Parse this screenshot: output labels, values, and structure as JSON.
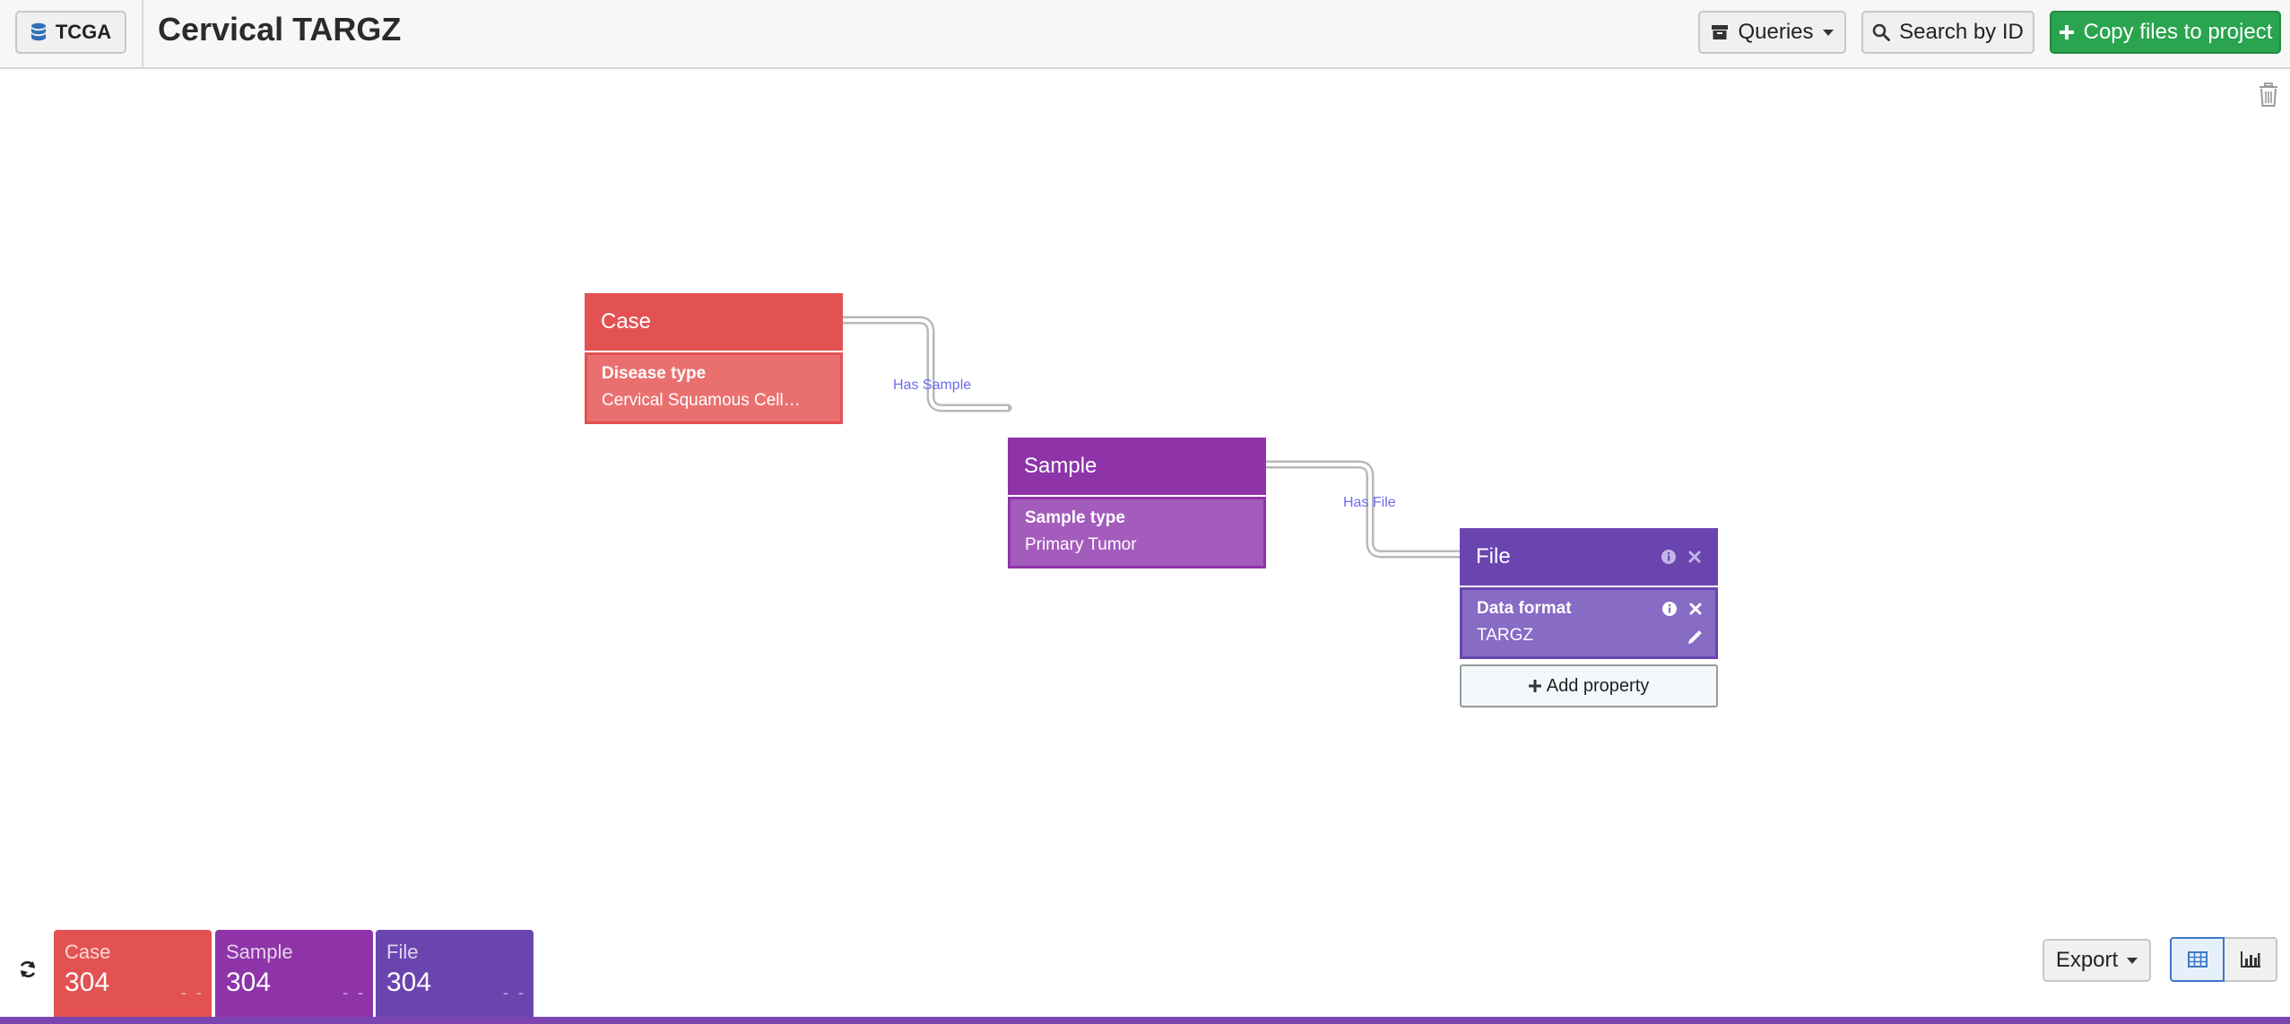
{
  "header": {
    "db_label": "TCGA",
    "title": "Cervical TARGZ",
    "queries_label": "Queries",
    "search_label": "Search by ID",
    "copy_label": "Copy files to project"
  },
  "graph": {
    "nodes": [
      {
        "name": "Case",
        "property_label": "Disease type",
        "property_value": "Cervical Squamous Cell…"
      },
      {
        "name": "Sample",
        "property_label": "Sample type",
        "property_value": "Primary Tumor"
      },
      {
        "name": "File",
        "property_label": "Data format",
        "property_value": "TARGZ"
      }
    ],
    "edges": [
      {
        "label": "Has Sample"
      },
      {
        "label": "Has File"
      }
    ],
    "add_property_label": "Add property"
  },
  "counts": [
    {
      "name": "Case",
      "value": "304",
      "dash": "- -"
    },
    {
      "name": "Sample",
      "value": "304",
      "dash": "- -"
    },
    {
      "name": "File",
      "value": "304",
      "dash": "- -"
    }
  ],
  "footer": {
    "export_label": "Export"
  },
  "colors": {
    "case": "#e35252",
    "sample": "#8e34a8",
    "file": "#6a45b0",
    "primary": "#2aa44f"
  }
}
